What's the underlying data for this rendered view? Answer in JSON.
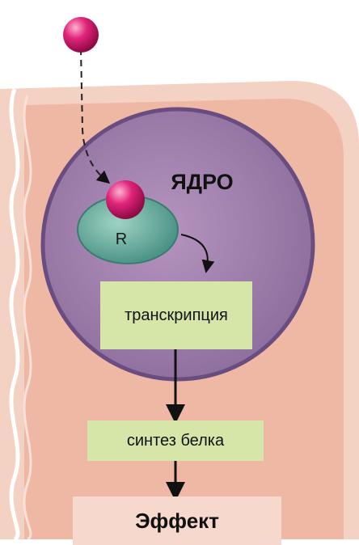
{
  "nucleus_label": "ЯДРО",
  "receptor_label": "R",
  "steps": {
    "transcription": "транскрипция",
    "protein_synthesis": "синтез белка",
    "effect": "Эффект"
  },
  "colors": {
    "cell_outer": "#f3d1c3",
    "cell_inner": "#eeb8a5",
    "nucleus_fill": "#9b78a8",
    "nucleus_border": "#6a4d80",
    "receptor": "#5fa99a",
    "hormone": "#d4156e",
    "step_box": "#d5e6a8",
    "effect_box": "#f6d9cc"
  }
}
